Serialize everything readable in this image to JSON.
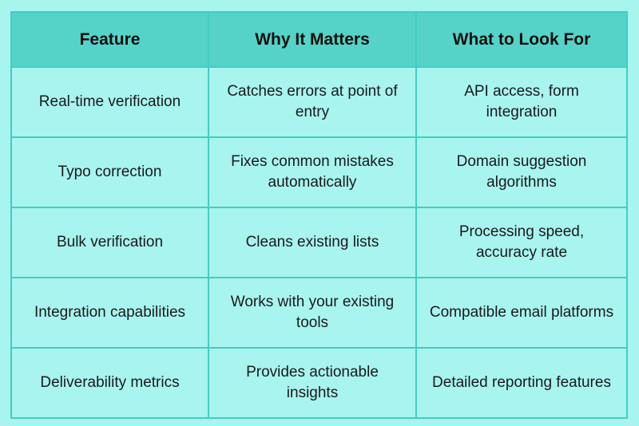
{
  "table": {
    "headers": [
      "Feature",
      "Why It Matters",
      "What to Look For"
    ],
    "rows": [
      [
        "Real-time verification",
        "Catches errors at point of entry",
        "API access, form integration"
      ],
      [
        "Typo correction",
        "Fixes common mistakes automatically",
        "Domain suggestion algorithms"
      ],
      [
        "Bulk verification",
        "Cleans existing lists",
        "Processing speed, accuracy rate"
      ],
      [
        "Integration capabilities",
        "Works with your existing tools",
        "Compatible email platforms"
      ],
      [
        "Deliverability metrics",
        "Provides actionable insights",
        "Detailed reporting features"
      ]
    ]
  },
  "colors": {
    "background": "#a8f4ef",
    "header_background": "#55d3c8",
    "border": "#42cdc3"
  }
}
